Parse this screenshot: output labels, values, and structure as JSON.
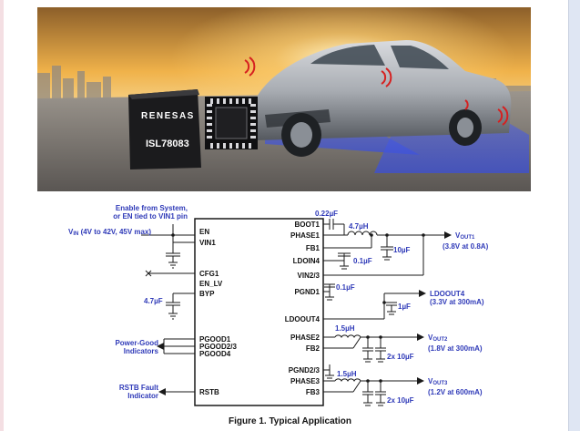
{
  "hero": {
    "brand": "RENESAS",
    "part_number": "ISL78083"
  },
  "schematic": {
    "en_note": [
      "Enable from System,",
      "or EN tied to VIN1 pin"
    ],
    "vin_label": "V",
    "vin_sub": "IN",
    "vin_range": " (4V to 42V, 45V max)",
    "left_pins": [
      "EN",
      "VIN1",
      "CFG1",
      "EN_LV",
      "BYP",
      "PGOOD1",
      "PGOOD2/3",
      "PGOOD4",
      "RSTB"
    ],
    "right_pins": [
      "BOOT1",
      "PHASE1",
      "FB1",
      "LDOIN4",
      "VIN2/3",
      "PGND1",
      "LDOOUT4",
      "PHASE2",
      "FB2",
      "PGND2/3",
      "PHASE3",
      "FB3"
    ],
    "components": {
      "boot_cap": "0.22µF",
      "l1": "4.7µH",
      "c_out1": "10µF",
      "c_ldoin": "0.1µF",
      "c_pgnd1": "0.1µF",
      "c_ldo4": "1µF",
      "c_byp": "4.7µF",
      "l2": "1.5µH",
      "c_out2": "2x 10µF",
      "l3": "1.5µH",
      "c_out3": "2x 10µF"
    },
    "outputs": [
      {
        "name": "V",
        "sub": "OUT1",
        "spec": "(3.8V at 0.8A)"
      },
      {
        "name": "LDOOUT4",
        "sub": "",
        "spec": "(3.3V at 300mA)"
      },
      {
        "name": "V",
        "sub": "OUT2",
        "spec": "(1.8V at 300mA)"
      },
      {
        "name": "V",
        "sub": "OUT3",
        "spec": "(1.2V at 600mA)"
      }
    ],
    "indicators": {
      "power_good": [
        "Power-Good",
        "Indicators"
      ],
      "rstb": [
        "RSTB Fault",
        "Indicator"
      ]
    },
    "caption": "Figure 1. Typical Application"
  },
  "colors": {
    "wire": "#1a1a1a",
    "label_blue": "#2f3ab8",
    "sensor_blue": "#3b4fd8",
    "sensor_red": "#d62020"
  }
}
